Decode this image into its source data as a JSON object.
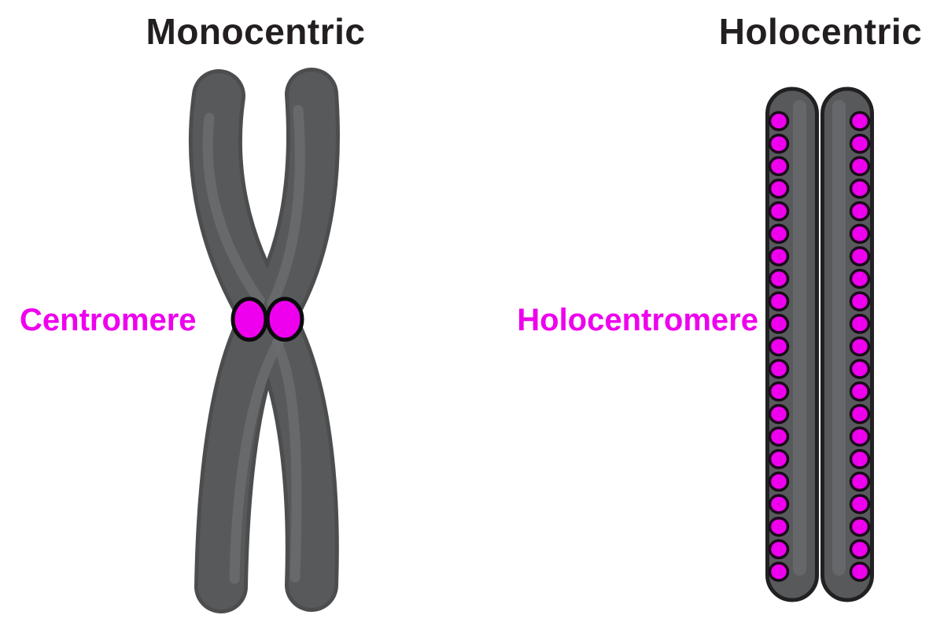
{
  "diagram": {
    "left_panel": {
      "title": "Monocentric",
      "label": "Centromere",
      "chromosome_type": "monocentric-x-shaped-chromosome",
      "centromere_count": 2
    },
    "right_panel": {
      "title": "Holocentric",
      "label": "Holocentromere",
      "chromosome_type": "holocentric-rod-chromatids",
      "chromatid_count": 2,
      "dots_per_chromatid": 21
    },
    "colors": {
      "background": "#ffffff",
      "title_text": "#231f20",
      "magenta": "#ee00ee",
      "chromosome_gray": "#58595b",
      "x_outline": "#4c4d4f",
      "rod_outline": "#212123",
      "dot_outline": "#1a0a1a",
      "highlight_gray": "#6b6c6f",
      "ink": "#0b0b0d"
    }
  }
}
